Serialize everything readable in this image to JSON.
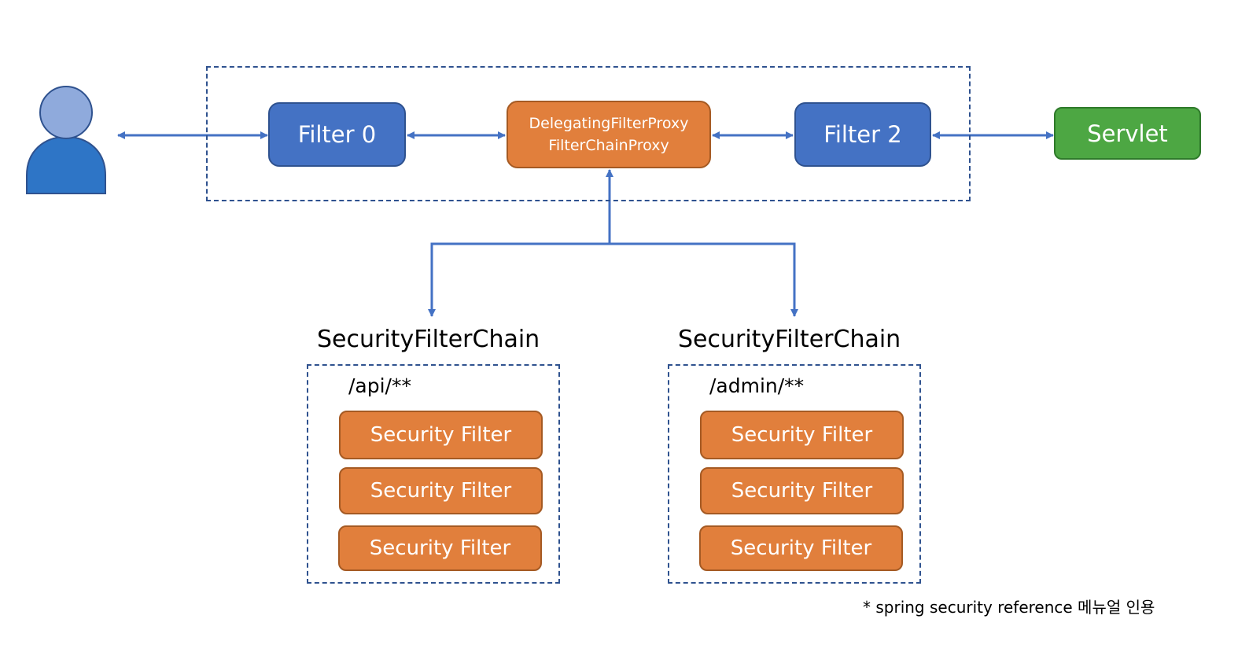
{
  "colors": {
    "filter_blue": "#4472c4",
    "proxy_orange": "#e17f3c",
    "servlet_green": "#4da743",
    "arrow_blue": "#4472c4",
    "user_icon": "#8faadc"
  },
  "icons": {
    "user": "user-icon"
  },
  "pipeline": {
    "filter0": "Filter 0",
    "proxy_line1": "DelegatingFilterProxy",
    "proxy_line2": "FilterChainProxy",
    "filter2": "Filter 2",
    "servlet": "Servlet"
  },
  "chains": [
    {
      "title": "SecurityFilterChain",
      "pattern": "/api/**",
      "filters": [
        "Security Filter",
        "Security Filter",
        "Security Filter"
      ]
    },
    {
      "title": "SecurityFilterChain",
      "pattern": "/admin/**",
      "filters": [
        "Security Filter",
        "Security Filter",
        "Security Filter"
      ]
    }
  ],
  "footnote": "* spring security reference 메뉴얼 인용"
}
